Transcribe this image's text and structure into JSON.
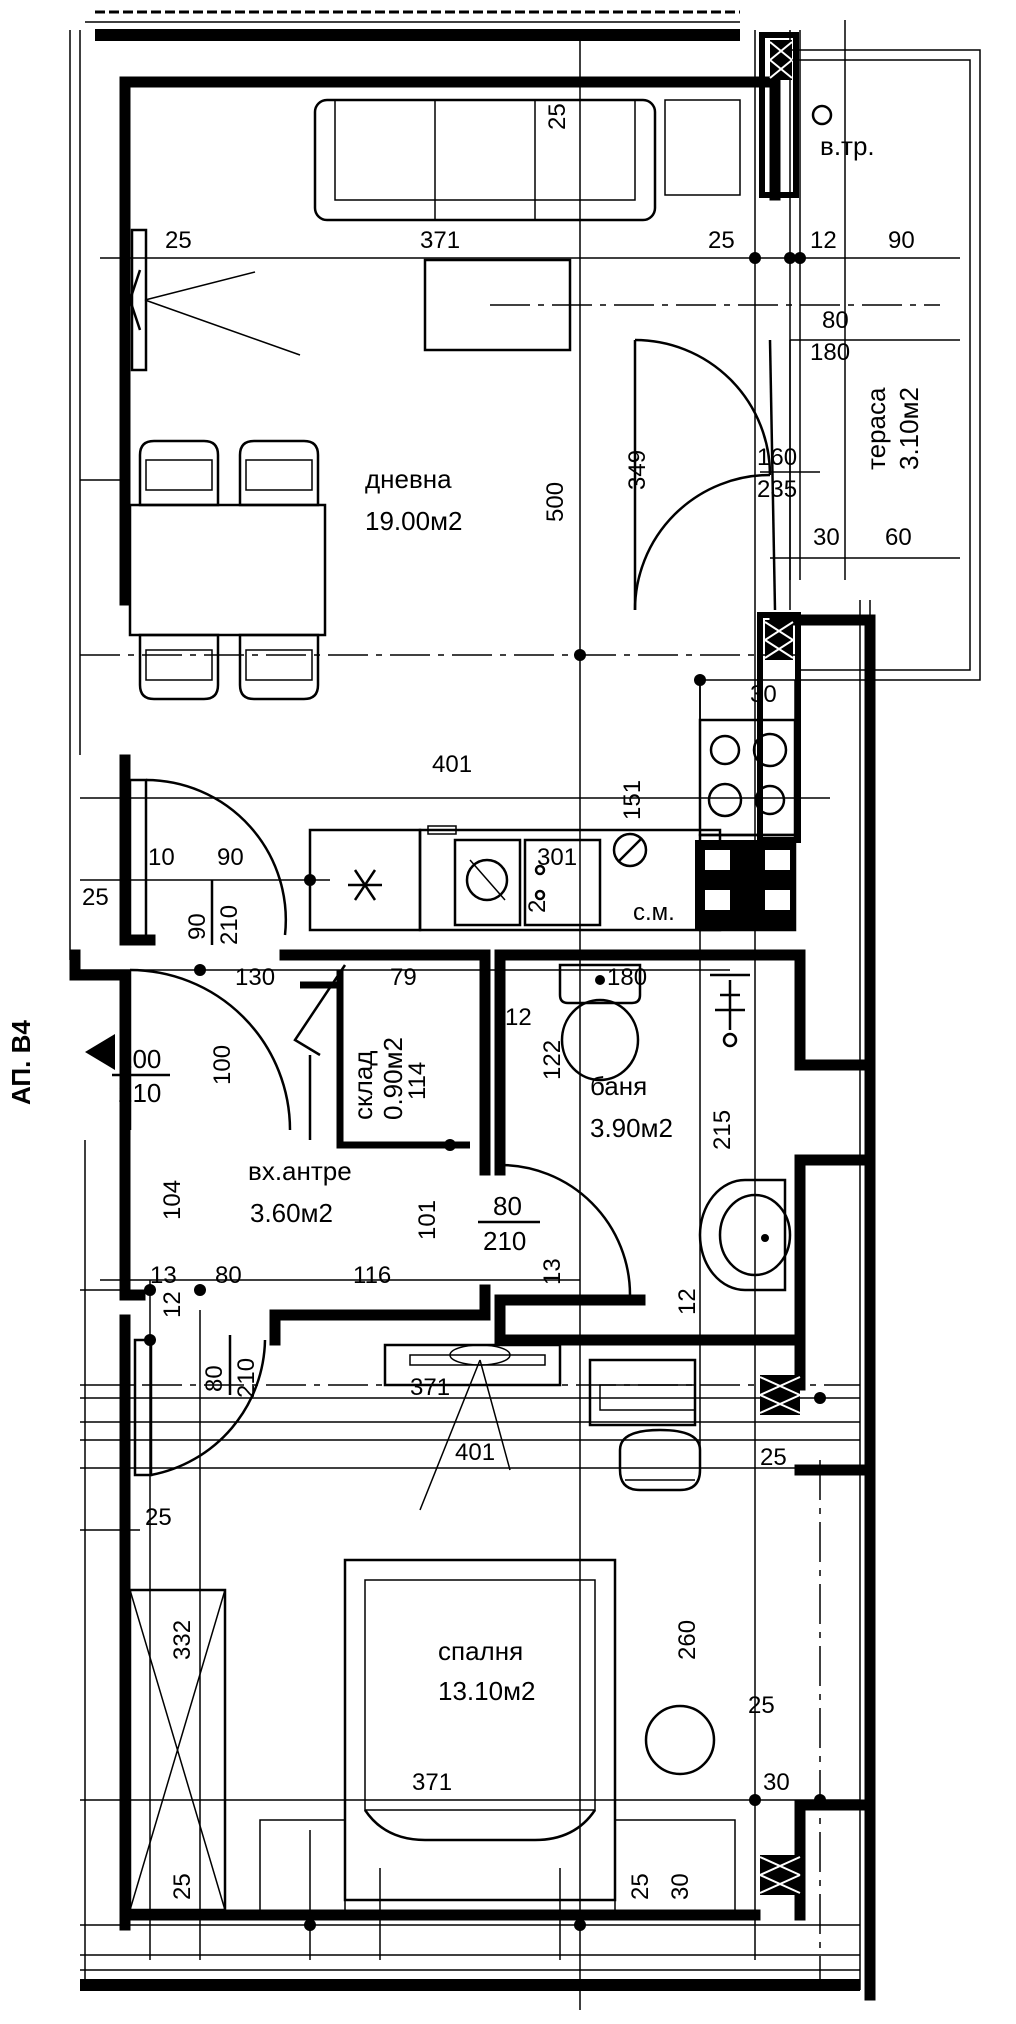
{
  "apartment": {
    "label": "АП. В4"
  },
  "rooms": {
    "living": {
      "name": "дневна",
      "area": "19.00м2"
    },
    "terrace": {
      "name": "тераса",
      "area": "3.10м2"
    },
    "storage": {
      "name": "склад",
      "area": "0.90м2"
    },
    "bathroom": {
      "name": "баня",
      "area": "3.90м2"
    },
    "hall": {
      "name": "вх.антре",
      "area": "3.60м2"
    },
    "bedroom": {
      "name": "спалня",
      "area": "13.10м2"
    }
  },
  "labels": {
    "shaft": "в.тр.",
    "washer": "с.м."
  },
  "entrance": {
    "width": "100",
    "height": "210"
  },
  "doors": {
    "living": {
      "width": "90",
      "height": "210"
    },
    "bath": {
      "width": "80",
      "height": "210"
    },
    "bedroom": {
      "width": "80",
      "height": "210"
    }
  },
  "dimensions": {
    "d25_top": "25",
    "d371_top": "371",
    "d25_sofa": "25",
    "d25_b": "25",
    "d12_a": "12",
    "d90_a": "90",
    "d80_a": "80",
    "d180_a": "180",
    "d349": "349",
    "d160": "160",
    "d235": "235",
    "d30_a": "30",
    "d60": "60",
    "d500": "500",
    "d30_b": "30",
    "d401_a": "401",
    "d151": "151",
    "d10": "10",
    "d90_b": "90",
    "d25_c": "25",
    "d301": "301",
    "d2": "2",
    "d130": "130",
    "d79": "79",
    "d180_b": "180",
    "d12_b": "12",
    "d114": "114",
    "d122": "122",
    "d100_side": "100",
    "d215": "215",
    "d104": "104",
    "d101": "101",
    "d13_a": "13",
    "d80_b": "80",
    "d116": "116",
    "d13_b": "13",
    "d12_c": "12",
    "d12_d": "12",
    "d371_b": "371",
    "d401_b": "401",
    "d25_d": "25",
    "d25_e": "25",
    "d332": "332",
    "d260": "260",
    "d25_f": "25",
    "d30_c": "30",
    "d371_c": "371",
    "d25_g": "25",
    "d25_h": "25",
    "d30_d": "30"
  }
}
